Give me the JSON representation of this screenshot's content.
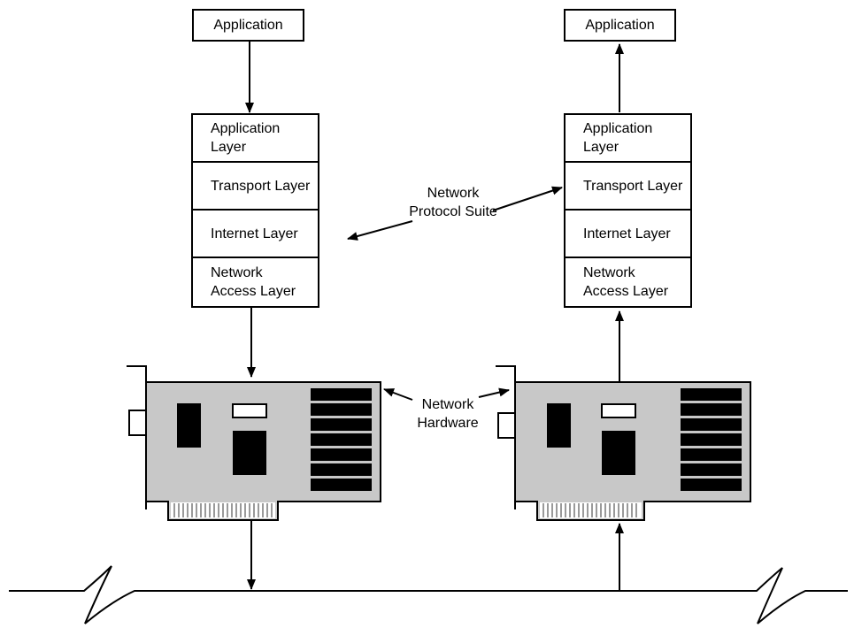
{
  "left_host": {
    "application": "Application",
    "layers": [
      "Application Layer",
      "Transport Layer",
      "Internet Layer",
      "Network Access Layer"
    ]
  },
  "right_host": {
    "application": "Application",
    "layers": [
      "Application Layer",
      "Transport Layer",
      "Internet Layer",
      "Network Access Layer"
    ]
  },
  "labels": {
    "protocol_suite": "Network Protocol Suite",
    "hardware": "Network Hardware"
  }
}
